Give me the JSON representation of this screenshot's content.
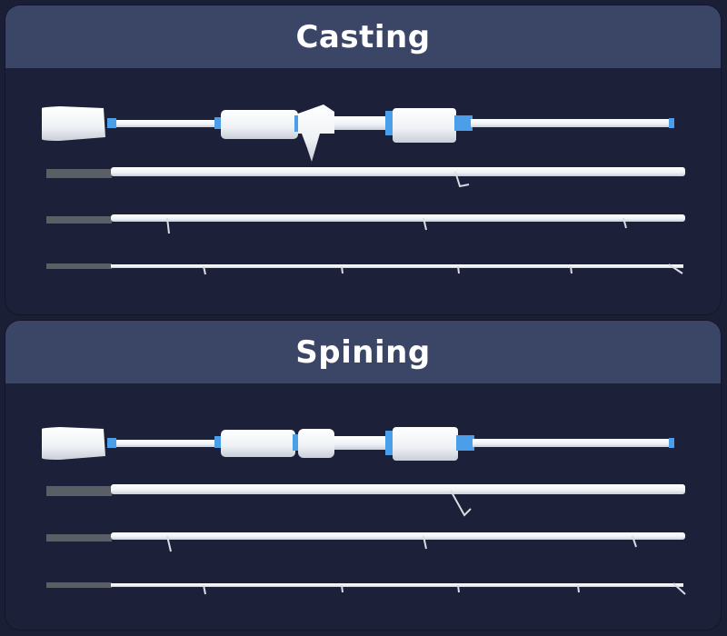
{
  "colors": {
    "background": "#1b1f35",
    "panel_body": "#1c2039",
    "panel_header": "#3b4566",
    "title_text": "#ffffff",
    "rod_white": "#f2f4f7",
    "rod_shadow": "#c9ced8",
    "accent_blue": "#4a9fe8",
    "ferrule_grey": "#5a5f66"
  },
  "panels": [
    {
      "title": "Casting",
      "reel_seat": "casting"
    },
    {
      "title": "Spining",
      "reel_seat": "spinning"
    }
  ]
}
